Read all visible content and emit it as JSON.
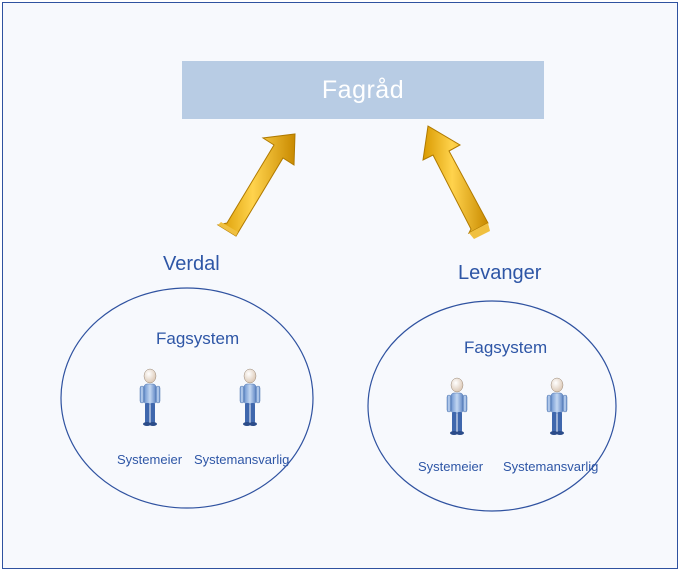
{
  "diagram": {
    "top_node": {
      "label": "Fagråd"
    },
    "groups": [
      {
        "label": "Verdal",
        "system_label": "Fagsystem",
        "roles": [
          "Systemeier",
          "Systemansvarlig"
        ]
      },
      {
        "label": "Levanger",
        "system_label": "Fagsystem",
        "roles": [
          "Systemeier",
          "Systemansvarlig"
        ]
      }
    ],
    "colors": {
      "border": "#2f52a0",
      "box_fill": "#b8cce4",
      "text": "#2e56a6",
      "arrow": "#f2b705",
      "person": "#8fb3e0"
    }
  }
}
